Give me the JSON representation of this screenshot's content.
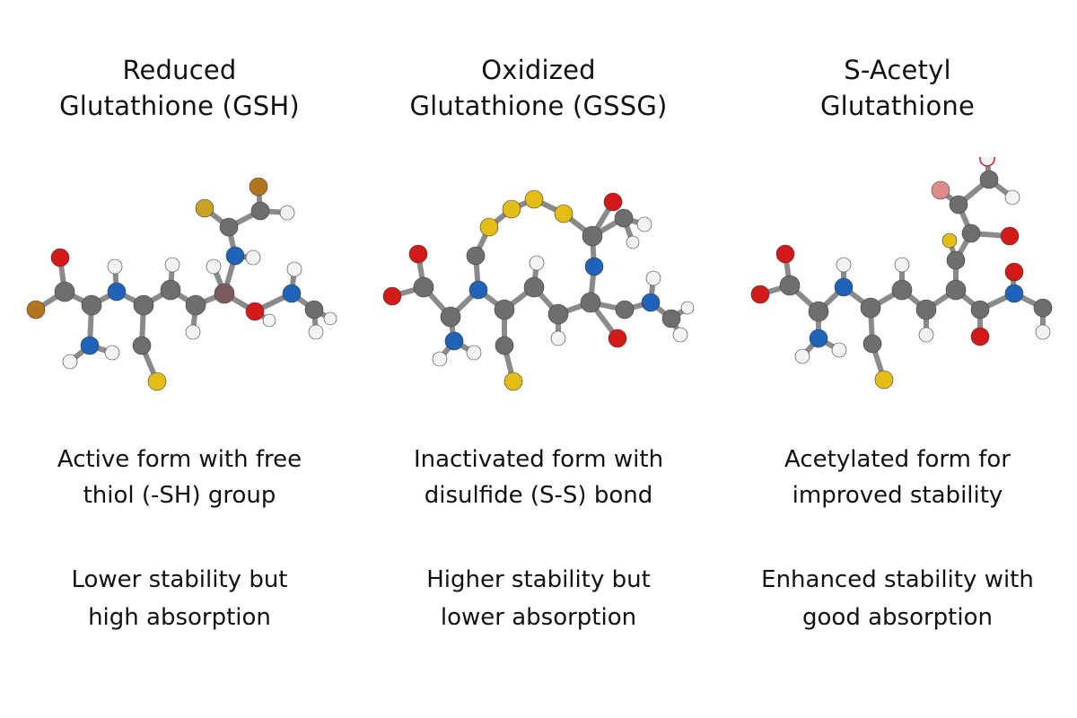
{
  "columns": [
    {
      "title_lines": [
        "Reduced",
        "Glutathione (GSH)"
      ],
      "description_lines": [
        "Active form with free",
        "thiol (-SH) group"
      ],
      "stability_lines": [
        "Lower stability but",
        "high absorption"
      ]
    },
    {
      "title_lines": [
        "Oxidized",
        "Glutathione (GSSG)"
      ],
      "description_lines": [
        "Inactivated form with",
        "disulfide (S-S) bond"
      ],
      "stability_lines": [
        "Higher stability but",
        "lower absorption"
      ]
    },
    {
      "title_lines": [
        "S-Acetyl",
        "Glutathione"
      ],
      "description_lines": [
        "Acetylated form for",
        "improved stability"
      ],
      "stability_lines": [
        "Enhanced stability with",
        "good absorption"
      ]
    }
  ],
  "atom_colors": {
    "C": "#6e6e6e",
    "N": "#1f63b8",
    "O": "#d21a1a",
    "S": "#e3bd16",
    "H": "#f2f2f2",
    "Br": "#b4751f"
  }
}
